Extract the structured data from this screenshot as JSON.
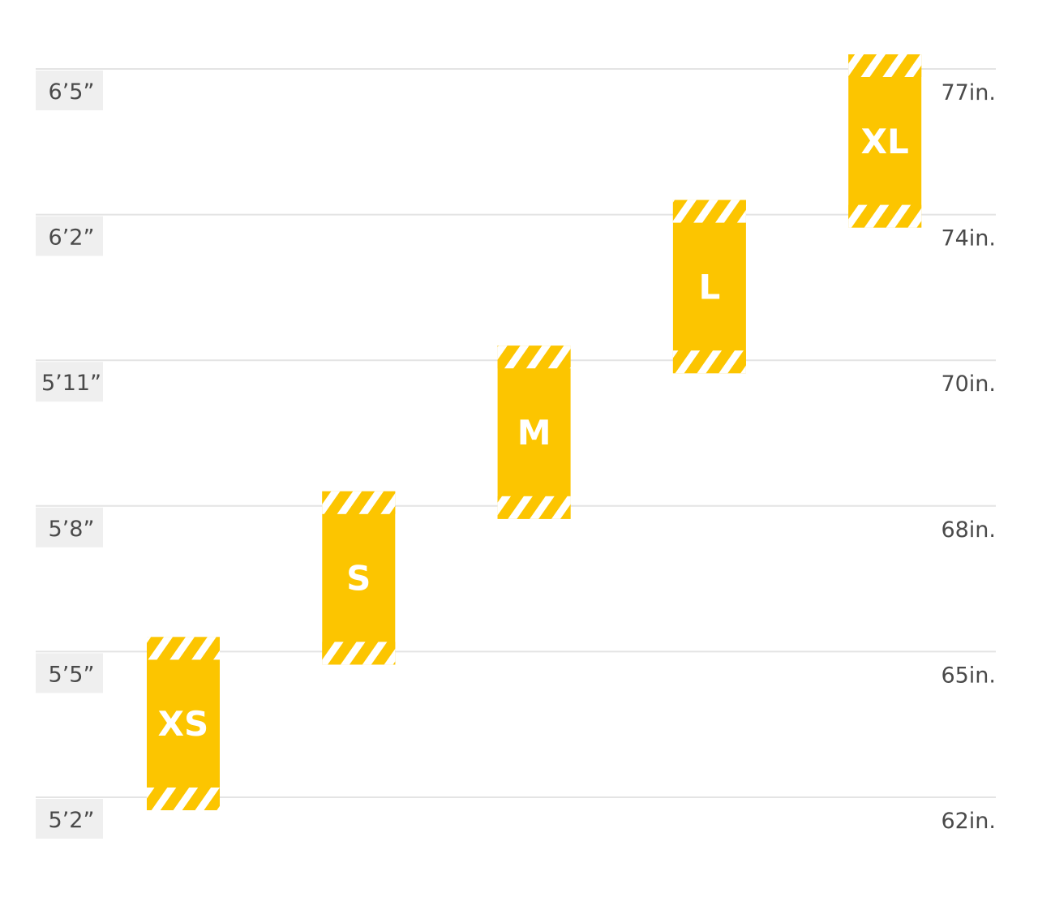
{
  "colors": {
    "bar": "#fcc500",
    "gridline": "#e4e4e4",
    "label_box": "#efefef",
    "tick_text": "#4a4a4a",
    "size_text": "#ffffff"
  },
  "chart_data": {
    "type": "bar",
    "title": "",
    "xlabel": "",
    "ylabel": "",
    "y_ticks_left": [
      "6’5”",
      "6’2”",
      "5’11”",
      "5’8”",
      "5’5”",
      "5’2”"
    ],
    "y_ticks_right": [
      "77in.",
      "74in.",
      "70in.",
      "68in.",
      "65in.",
      "62in."
    ],
    "categories": [
      "XS",
      "S",
      "M",
      "L",
      "XL"
    ],
    "bars": [
      {
        "size": "XS",
        "from_level": 0,
        "to_level": 1
      },
      {
        "size": "S",
        "from_level": 1,
        "to_level": 2
      },
      {
        "size": "M",
        "from_level": 2,
        "to_level": 3
      },
      {
        "size": "L",
        "from_level": 3,
        "to_level": 4
      },
      {
        "size": "XL",
        "from_level": 4,
        "to_level": 5
      }
    ],
    "grid": true
  }
}
